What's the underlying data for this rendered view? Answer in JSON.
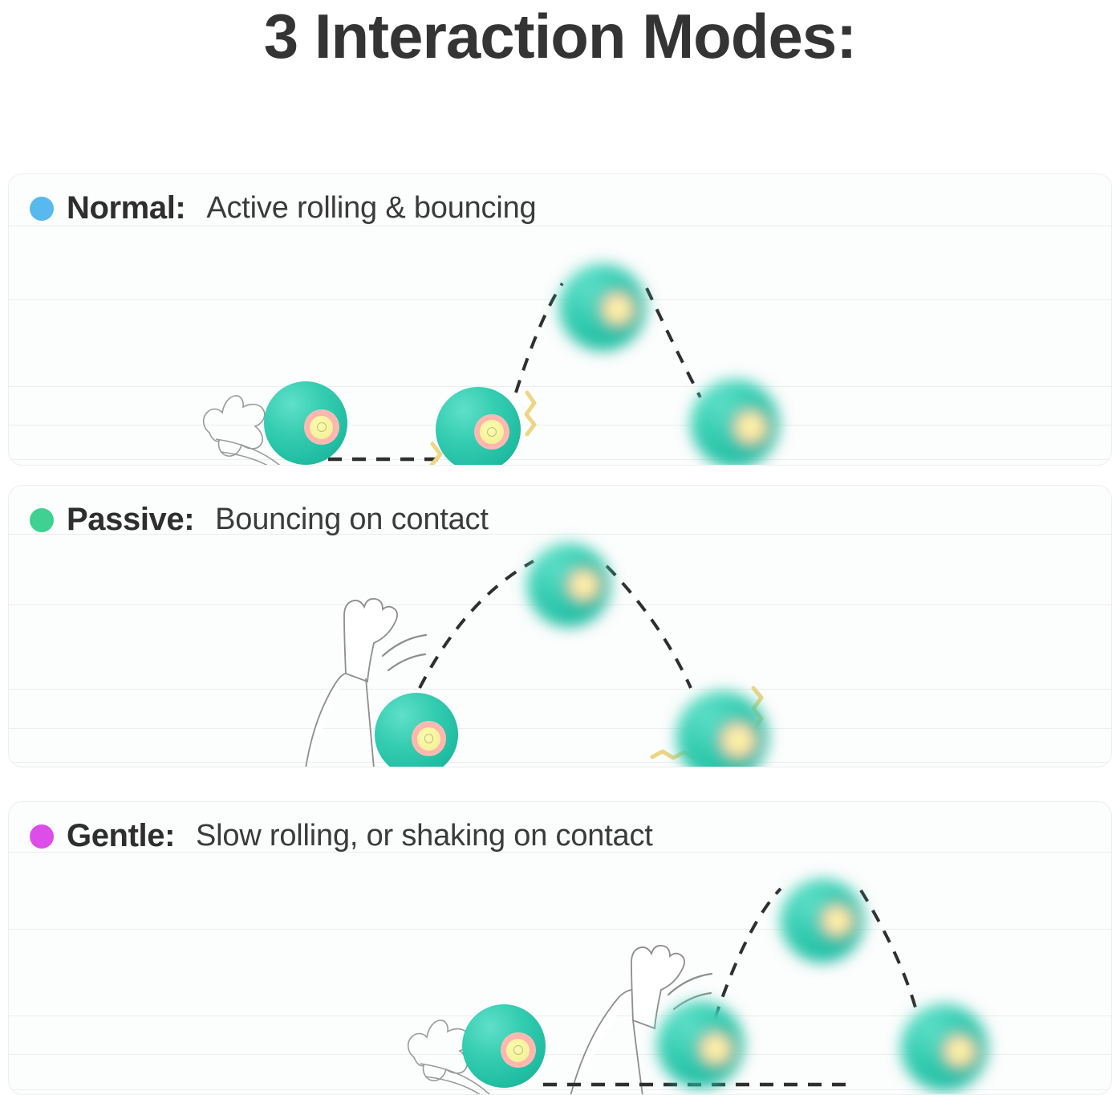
{
  "page": {
    "title": "3 Interaction Modes:",
    "background_color": "#ffffff",
    "title_color": "#343434"
  },
  "cards": [
    {
      "id": "normal",
      "dot_color": "#57b9ee",
      "label": "Normal:",
      "description": "Active rolling & bouncing",
      "icons": [
        "paw-print-icon",
        "dashed-trajectory-icon",
        "zigzag-impact-icon"
      ]
    },
    {
      "id": "passive",
      "dot_color": "#3ed191",
      "label": "Passive:",
      "description": "Bouncing on contact",
      "icons": [
        "cat-leg-icon",
        "dashed-trajectory-icon",
        "zigzag-impact-icon"
      ]
    },
    {
      "id": "gentle",
      "dot_color": "#dd4ee8",
      "label": "Gentle:",
      "description": "Slow rolling, or shaking on contact",
      "icons": [
        "paw-print-icon",
        "cat-leg-icon",
        "dashed-trajectory-icon"
      ]
    }
  ],
  "ball": {
    "name": "interactive-pet-ball",
    "shell_color": "#2dc4ab",
    "ring_color": "#ffb3ae",
    "core_color": "#f4f29a"
  }
}
